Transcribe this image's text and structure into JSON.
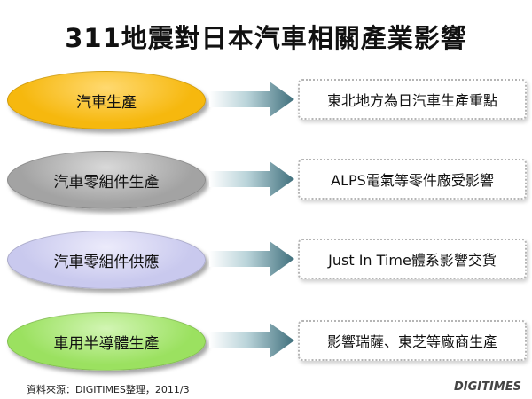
{
  "title": "311地震對日本汽車相關產業影響",
  "rows": [
    {
      "label": "汽車生產",
      "effect": "東北地方為日汽車生產重點",
      "color": "#f6b80e",
      "highlight": "#ffd970"
    },
    {
      "label": "汽車零組件生產",
      "effect": "ALPS電氣等零件廠受影響",
      "color": "#a3a3a3",
      "highlight": "#d9d9d9"
    },
    {
      "label": "汽車零組件供應",
      "effect": "Just In Time體系影響交貨",
      "color": "#c9c9ee",
      "highlight": "#ecebfb"
    },
    {
      "label": "車用半導體生產",
      "effect": "影響瑞薩、東芝等廠商生產",
      "color": "#9be160",
      "highlight": "#d2f5b4"
    }
  ],
  "source": "資料來源：DIGITIMES整理，2011/3",
  "logo": "DIGITIMES"
}
